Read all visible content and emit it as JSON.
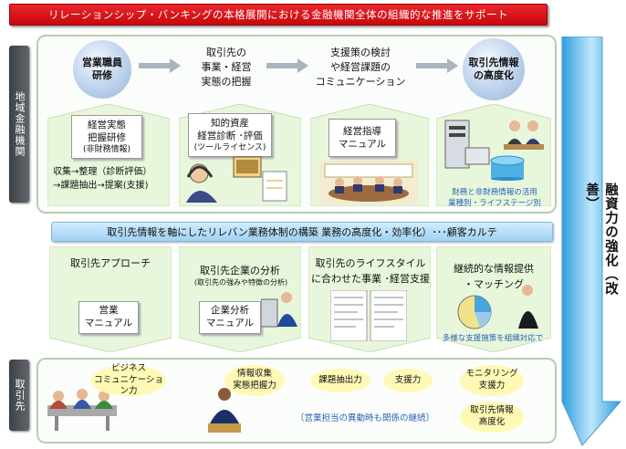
{
  "banner": "リレーションシップ・バンキングの本格展開における金融機関全体の組織的な推進をサポート",
  "side_top": "地域金融機関",
  "side_bottom": "取引先",
  "right_arrow": "融資力の強化（改善）",
  "top": {
    "stages": [
      {
        "circle": "営業職員研修",
        "circle_l1": "営業職員",
        "circle_l2": "研修"
      },
      {
        "l1": "取引先の",
        "l2": "事業・経営",
        "l3": "実態の把握"
      },
      {
        "l1": "支援策の検討",
        "l2": "や経営課題の",
        "l3": "コミュニケーション"
      },
      {
        "circle_l1": "取引先情報",
        "circle_l2": "の高度化"
      }
    ],
    "cards": [
      {
        "l1": "経営実態",
        "l2": "把握研修",
        "l3": "(非財務情報)"
      },
      {
        "l1": "知的資産",
        "l2": "経営診断 ･評価",
        "l3": "(ツールライセンス)"
      },
      {
        "l1": "経営指導",
        "l2": "マニュアル"
      }
    ],
    "flow_l1": "収集→整理（診断評価）",
    "flow_l2": "→課題抽出→提案(支援)",
    "note_l1": "財務と非財務情報の活用",
    "note_l2": "業種別・ライフステージ別"
  },
  "bar": "取引先情報を軸にしたリレバン業務体制の構築  業務の高度化・効率化）･･･顧客カルテ",
  "middle": {
    "col1_title": "取引先アプローチ",
    "col1_card_l1": "営業",
    "col1_card_l2": "マニュアル",
    "col2_title": "取引先企業の分析",
    "col2_sub": "(取引先の強みや特徴の分析)",
    "col2_card_l1": "企業分析",
    "col2_card_l2": "マニュアル",
    "col3_l1": "取引先のライフスタイル",
    "col3_l2": "に合わせた事業 ･経営支援",
    "col4_l1": "継続的な情報提供",
    "col4_l2": "・マッチング",
    "col4_note": "多様な支援施策を組織対応で"
  },
  "bottom": {
    "e1_l1": "ビジネス",
    "e1_l2": "コミュニケーション力",
    "e2_l1": "情報収集",
    "e2_l2": "実態把握力",
    "e3": "課題抽出力",
    "e4": "支援力",
    "e5_l1": "モニタリング",
    "e5_l2": "支援力",
    "e6_l1": "取引先情報",
    "e6_l2": "高度化",
    "note": "〔営業担当の異動時も関係の継続〕"
  },
  "colors": {
    "banner": "#e1181d",
    "panel_fill": "#e8f7db",
    "bar": "#a9d8f5",
    "arrow": "#5fb8e8",
    "ellipse": "#fff9b5"
  }
}
